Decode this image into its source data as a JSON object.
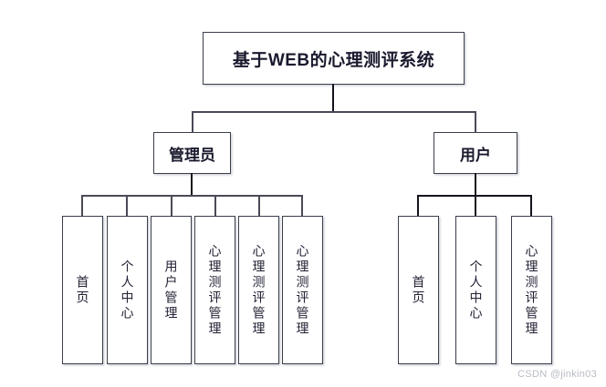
{
  "diagram": {
    "type": "tree",
    "title": "基于WEB的心理测评系统",
    "root": {
      "label": "基于WEB的心理测评系统"
    },
    "branches": [
      {
        "label": "管理员",
        "children": [
          {
            "label": "首页"
          },
          {
            "label": "个人中心"
          },
          {
            "label": "用户管理"
          },
          {
            "label": "心理测评管理"
          },
          {
            "label": "心理测评管理"
          },
          {
            "label": "心理测评管理"
          }
        ]
      },
      {
        "label": "用户",
        "children": [
          {
            "label": "首页"
          },
          {
            "label": "个人中心"
          },
          {
            "label": "心理测评管理"
          }
        ]
      }
    ]
  },
  "watermark": {
    "text": "CSDN @jinkin03"
  },
  "colors": {
    "background": "#ffffff",
    "box_fill": "#ffffff",
    "box_border": "#3a3f4b",
    "connector": "#14141e",
    "connector_light": "#4a4a58",
    "text": "#1a1a2e",
    "watermark": "#b9bcc6"
  }
}
